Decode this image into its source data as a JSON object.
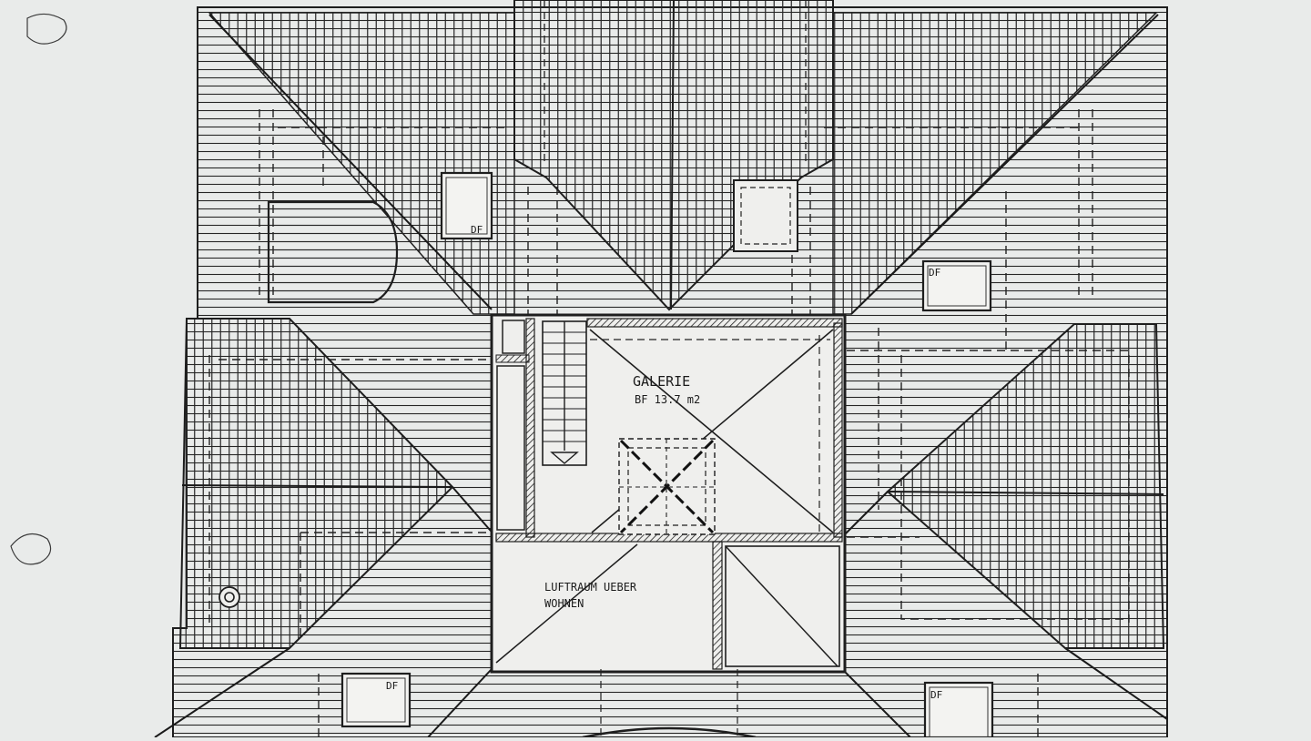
{
  "rooms": {
    "galerie": {
      "name": "GALERIE",
      "area": "BF 13.7 m2"
    },
    "luftraum": {
      "line1": "LUFTRAUM UEBER",
      "line2": "WOHNEN"
    }
  },
  "skylights": [
    {
      "label": "DF"
    },
    {
      "label": "DF"
    },
    {
      "label": "DF"
    },
    {
      "label": "DF"
    }
  ],
  "colors": {
    "paper": "#e9ebea",
    "ink": "#1c1c1c"
  }
}
